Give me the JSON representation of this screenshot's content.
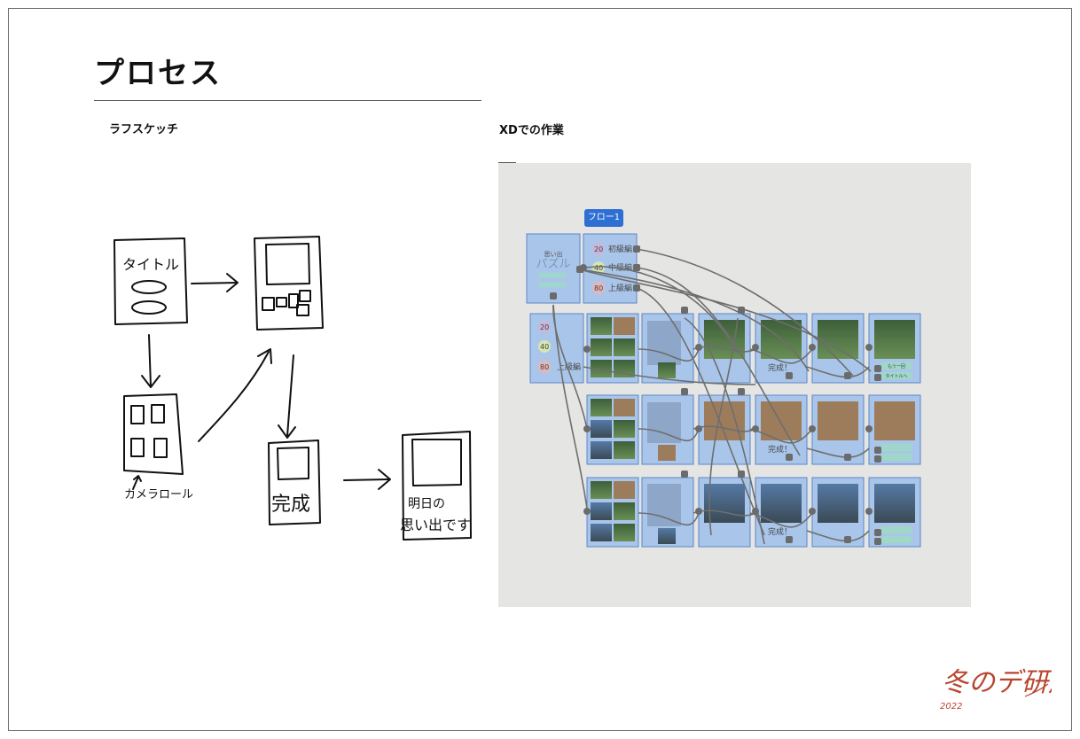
{
  "header": {
    "title": "プロセス"
  },
  "sections": {
    "sketch_label": "ラフスケッチ",
    "xd_label": "XDでの作業"
  },
  "sketch": {
    "screen1_title": "タイトル",
    "camera_roll_label": "カメラロール",
    "complete_label": "完成",
    "final_line1": "明日の",
    "final_line2": "思い出です"
  },
  "xd": {
    "flow_badge": "フロー1",
    "title_line1": "思い出",
    "title_line2": "パズル",
    "levels": [
      {
        "num": "20",
        "label": "初級編"
      },
      {
        "num": "40",
        "label": "中級編"
      },
      {
        "num": "80",
        "label": "上級編"
      }
    ],
    "complete_text": "完成！",
    "retry_label": "もう一回",
    "to_title_label": "タイトルへ"
  },
  "logo": {
    "text": "冬のデ研展",
    "year": "2022"
  },
  "colors": {
    "accent_blue": "#2d6fd2",
    "artboard_fill": "#a9c6ea",
    "connector": "#6e6e6e",
    "panel_bg": "#e5e5e4",
    "logo_red": "#b8442f"
  }
}
